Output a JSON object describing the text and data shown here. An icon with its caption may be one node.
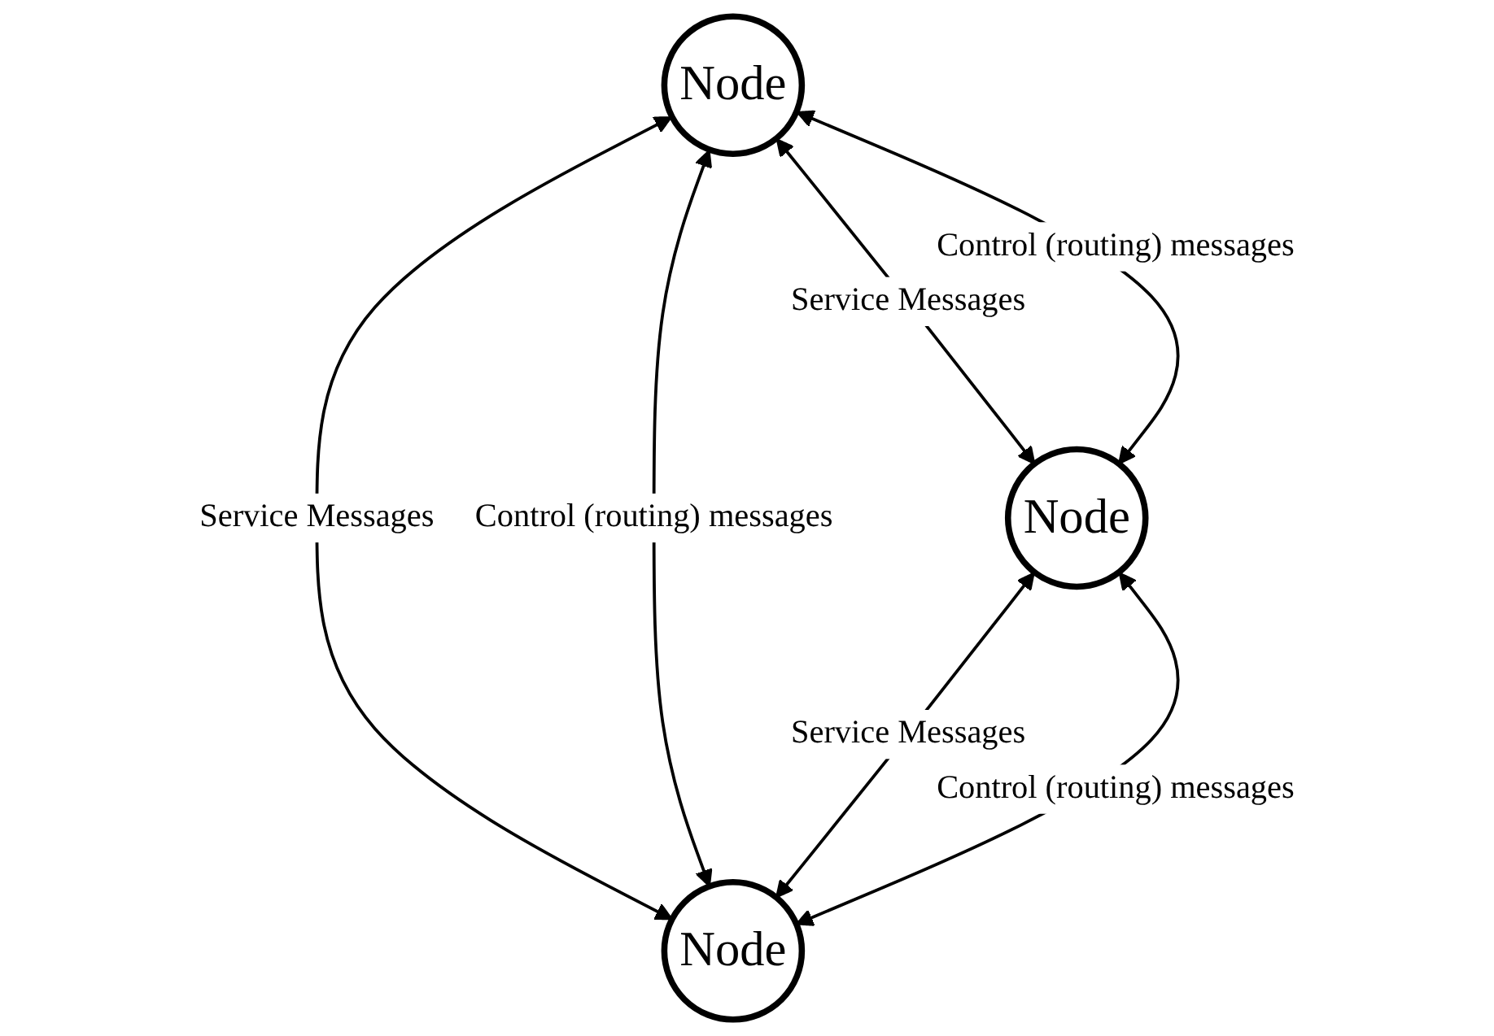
{
  "diagram": {
    "nodes": [
      {
        "text": [
          "Node"
        ]
      },
      {
        "text": [
          "Node"
        ]
      },
      {
        "text": [
          "Node"
        ]
      }
    ],
    "edges": [
      {
        "from": 0,
        "to": 1,
        "arrow": "both",
        "label": "Service Messages"
      },
      {
        "from": 0,
        "to": 1,
        "arrow": "both",
        "label": "Control (routing) messages"
      },
      {
        "from": 0,
        "to": 2,
        "arrow": "both",
        "label": "Service Messages"
      },
      {
        "from": 0,
        "to": 2,
        "arrow": "both",
        "label": "Control (routing) messages"
      },
      {
        "from": 1,
        "to": 2,
        "arrow": "both",
        "label": "Service Messages"
      },
      {
        "from": 1,
        "to": 2,
        "arrow": "both",
        "label": "Control (routing) messages"
      }
    ]
  }
}
